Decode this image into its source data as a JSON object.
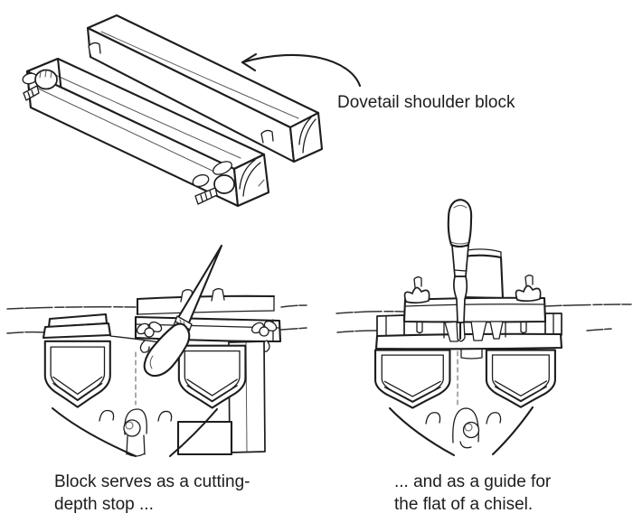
{
  "page": {
    "background_color": "#ffffff",
    "ink_color": "#1d1d1d"
  },
  "labels": {
    "block_label": "Dovetail shoulder block",
    "caption_left": {
      "line1": "Block serves as a cutting-",
      "line2": "depth stop ..."
    },
    "caption_right": {
      "line1": "... and as a guide for",
      "line2": "the flat of a chisel."
    }
  },
  "illustrations": {
    "top": "dovetail-shoulder-block-drawing",
    "bottom_left": "block-as-cutting-depth-stop-drawing",
    "bottom_right": "block-as-chisel-guide-drawing"
  }
}
